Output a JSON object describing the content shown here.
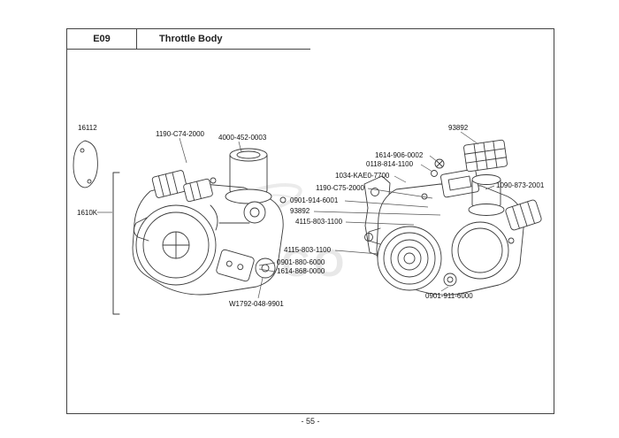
{
  "header": {
    "code": "E09",
    "title": "Throttle Body"
  },
  "watermark": "KYMCO",
  "footer": {
    "page_number": "- 55 -"
  },
  "diagram": {
    "part_labels": [
      "16112",
      "1610K",
      "1190-C74-2000",
      "4000-452-0003",
      "93892",
      "1614-906-0002",
      "0118-814-1100",
      "1034-KAE0-7700",
      "1190-C75-2000",
      "0901-914-6001",
      "93892",
      "4115-803-1100",
      "1090-873-2001",
      "4115-803-1100",
      "0901-880-6000",
      "1614-868-0000",
      "W1792-048-9901",
      "0901-911-6000"
    ]
  }
}
